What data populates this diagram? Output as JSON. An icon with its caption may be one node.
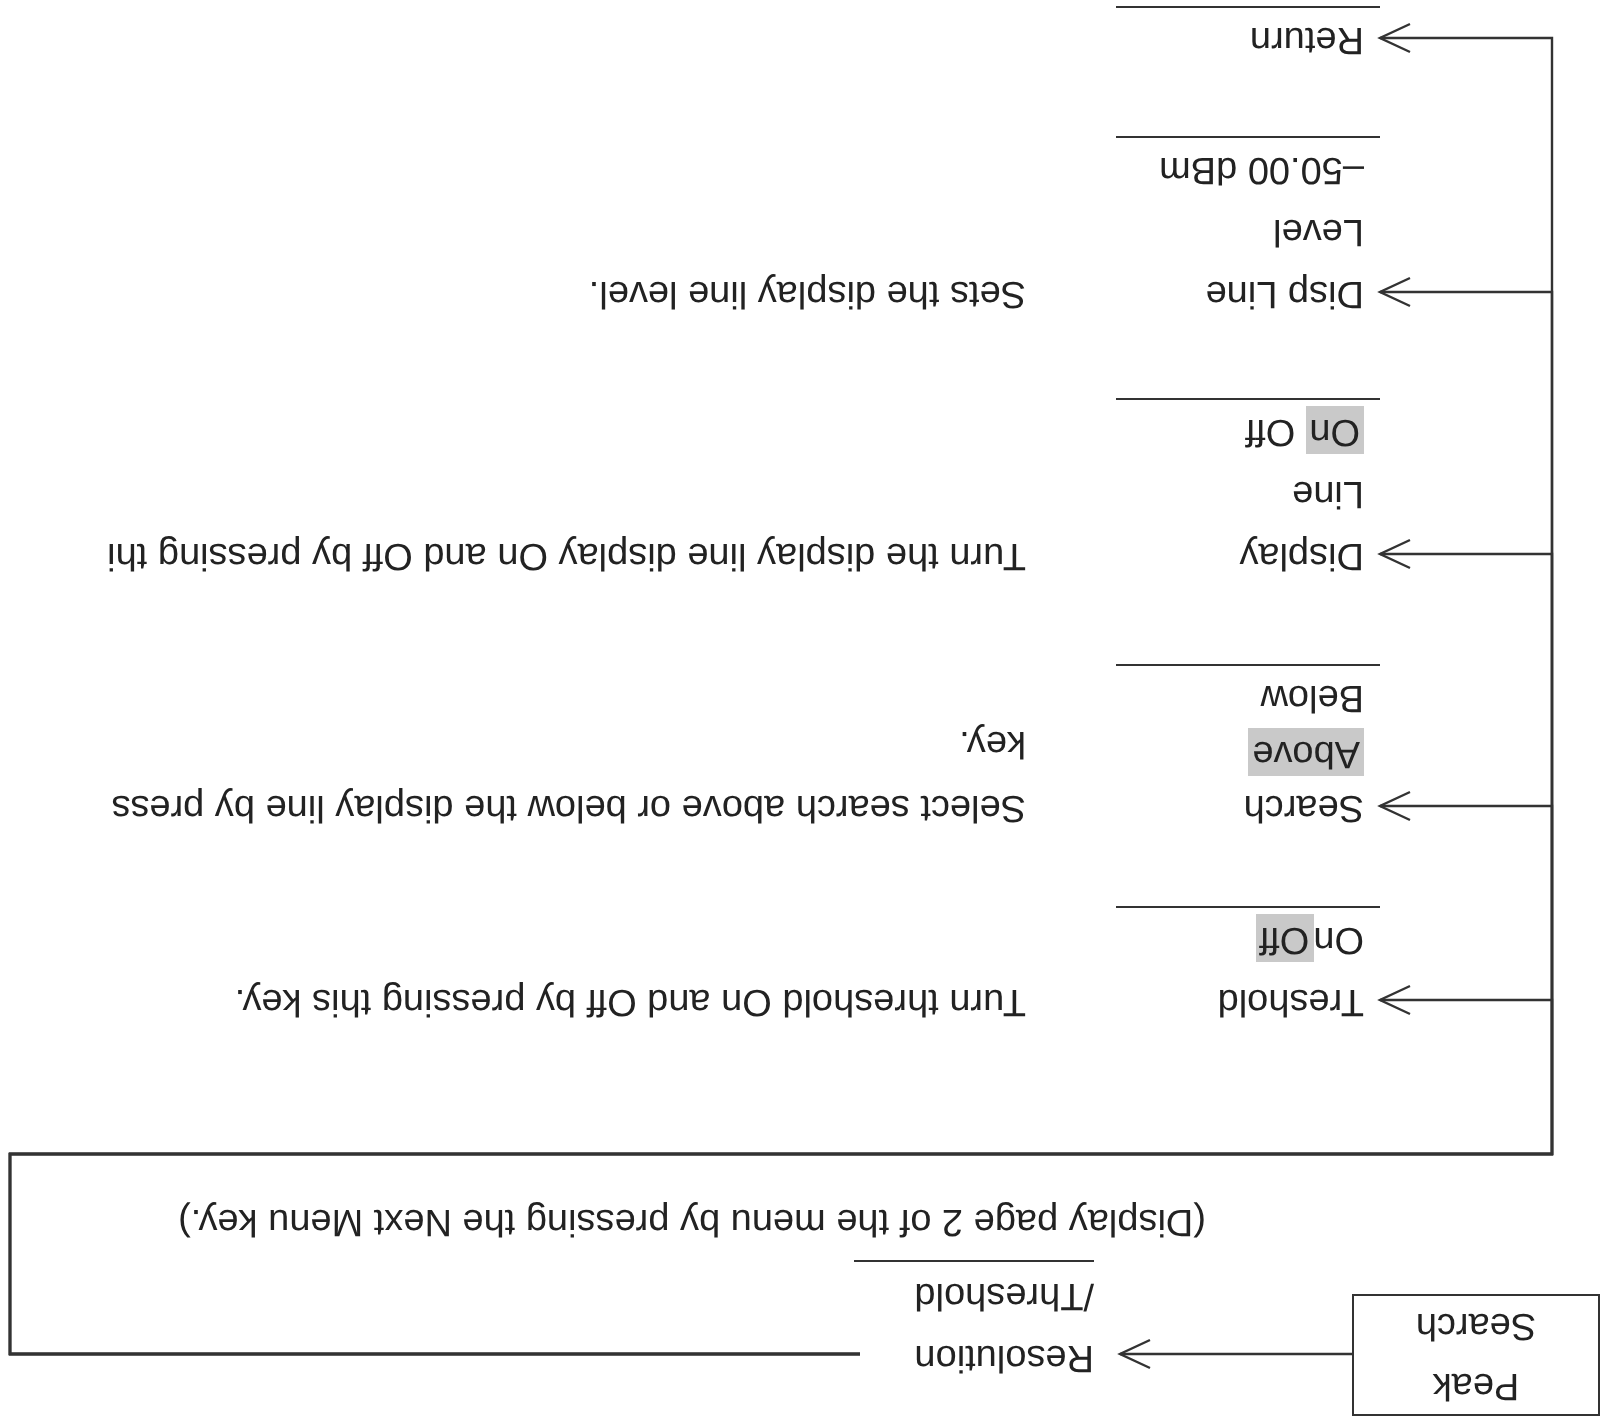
{
  "diagram": {
    "nodes": [
      {
        "text": [
          "Peak Search"
        ]
      },
      {
        "text": [
          "Resolution /Threshold"
        ]
      },
      {
        "text": [
          "Treshold",
          "On"
        ],
        "beside": [
          "Turn threshold On and Off by pressing this key."
        ]
      },
      {
        "text": [
          "Off"
        ],
        "in": 2
      },
      {
        "text": [
          "Search",
          "Below"
        ],
        "beside": [
          "Select search above or below the display line by press",
          "key."
        ]
      },
      {
        "text": [
          "Above"
        ],
        "in": 4
      },
      {
        "text": [
          "Display Line",
          "Off"
        ],
        "beside": [
          "Turn the display line display On and Off by pressing thi"
        ]
      },
      {
        "text": [
          "On"
        ],
        "in": 6
      },
      {
        "text": [
          "Disp Line Level",
          "–50.00 dBm"
        ],
        "beside": [
          "Sets the display line level."
        ]
      },
      {
        "text": [
          "Return"
        ]
      }
    ],
    "edges": [
      {
        "from": 0,
        "to": 1,
        "arrow": "to"
      },
      {
        "from": 1,
        "to": 2,
        "arrow": "to"
      },
      {
        "from": 1,
        "to": 4,
        "arrow": "to"
      },
      {
        "from": 1,
        "to": 6,
        "arrow": "to"
      },
      {
        "from": 1,
        "to": 8,
        "arrow": "to"
      },
      {
        "from": 1,
        "to": 9,
        "arrow": "to"
      }
    ],
    "labels": [
      "(Display page 2 of the menu by pressing the Next Menu key.)"
    ]
  }
}
